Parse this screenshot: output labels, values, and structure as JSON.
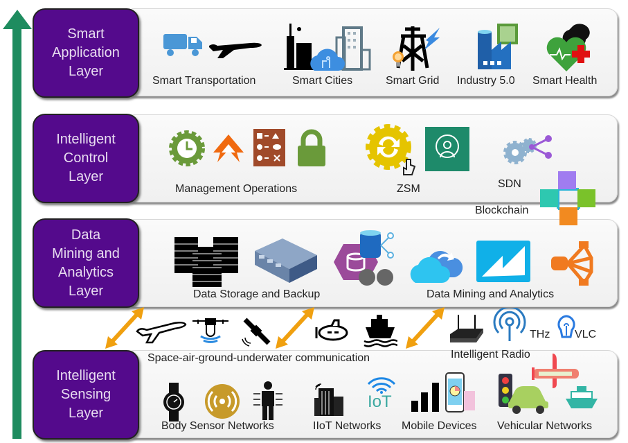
{
  "layers": [
    {
      "title_lines": [
        "Smart",
        "Application",
        "Layer"
      ]
    },
    {
      "title_lines": [
        "Intelligent",
        "Control",
        "Layer"
      ]
    },
    {
      "title_lines": [
        "Data",
        "Mining and",
        "Analytics",
        "Layer"
      ]
    },
    {
      "title_lines": [
        "Intelligent",
        "Sensing",
        "Layer"
      ]
    }
  ],
  "application": {
    "items": [
      "Smart Transportation",
      "Smart Cities",
      "Smart Grid",
      "Industry 5.0",
      "Smart Health"
    ]
  },
  "control": {
    "items": [
      "Management Operations",
      "ZSM",
      "SDN",
      "Blockchain"
    ]
  },
  "data_mining": {
    "items": [
      "Data Storage and Backup",
      "Data Mining and Analytics"
    ]
  },
  "communication": {
    "sagin_label": "Space-air-ground-underwater communication",
    "radio_label": "Intelligent Radio",
    "thz_label": "THz",
    "vlc_label": "VLC",
    "iot_text": "IoT"
  },
  "sensing": {
    "items": [
      "Body Sensor Networks",
      "IIoT Networks",
      "Mobile Devices",
      "Vehicular Networks"
    ]
  },
  "colors": {
    "layer_box": "#540a8c",
    "arrow_green": "#1e8c5f",
    "arrow_orange": "#f0a010"
  }
}
